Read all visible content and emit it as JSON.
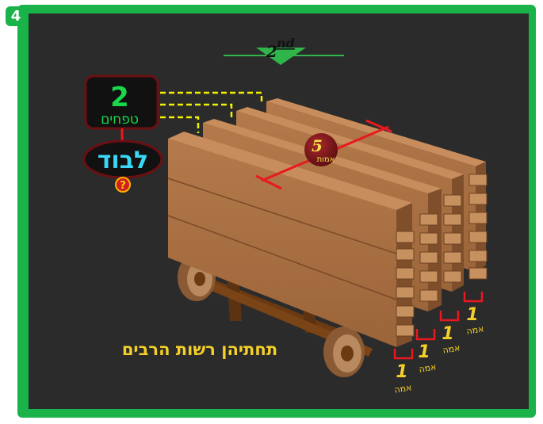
{
  "page": {
    "number": "4"
  },
  "ordinal": {
    "value": "2",
    "suffix": "nd"
  },
  "tefachim": {
    "number": "2",
    "label": "טפחים"
  },
  "levud": {
    "label": "לבוד",
    "question": "?"
  },
  "width": {
    "number": "5",
    "unit": "אמות"
  },
  "caption": "תחתיהן רשות הרבים",
  "amah_markers": [
    {
      "number": "1",
      "unit": "אמה"
    },
    {
      "number": "1",
      "unit": "אמה"
    },
    {
      "number": "1",
      "unit": "אמה"
    },
    {
      "number": "1",
      "unit": "אמה"
    }
  ],
  "colors": {
    "frame": "#19b34a",
    "board": "#2b2b2b",
    "wood": "#a66f44",
    "dimension_red": "#e8191e",
    "caption_yellow": "#f5d028",
    "dashed_yellow": "#f2f200"
  }
}
